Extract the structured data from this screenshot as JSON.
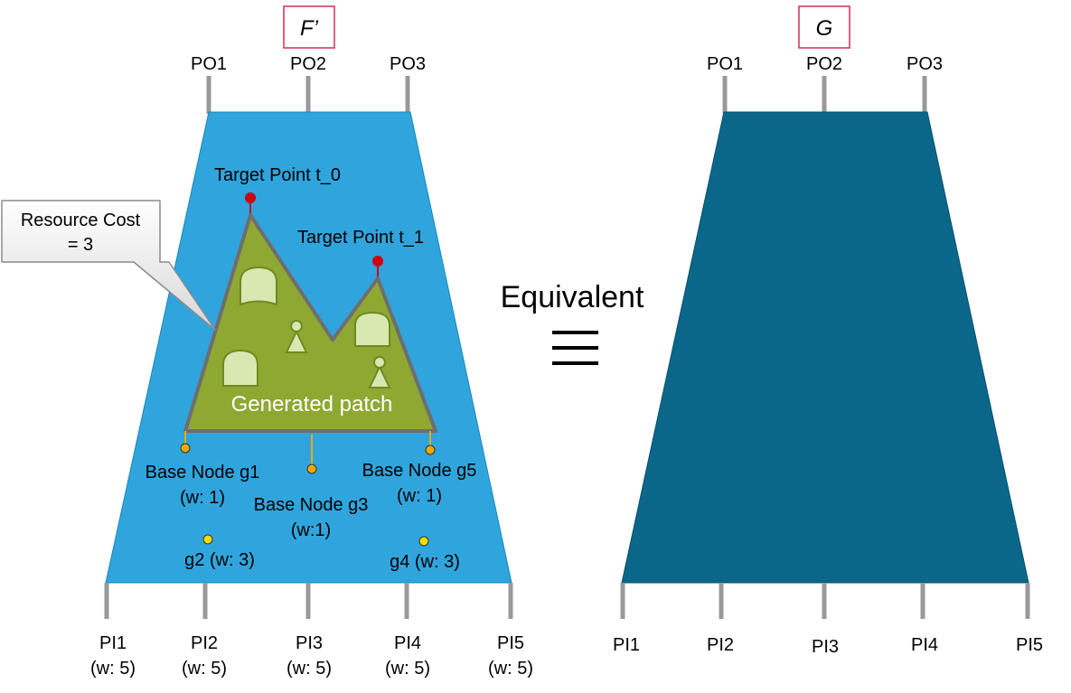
{
  "left": {
    "title": "F’",
    "outputs": [
      "PO1",
      "PO2",
      "PO3"
    ],
    "inputs": [
      {
        "name": "PI1",
        "weight": "(w: 5)"
      },
      {
        "name": "PI2",
        "weight": "(w: 5)"
      },
      {
        "name": "PI3",
        "weight": "(w: 5)"
      },
      {
        "name": "PI4",
        "weight": "(w: 5)"
      },
      {
        "name": "PI5",
        "weight": "(w: 5)"
      }
    ],
    "target_points": [
      "Target Point t_0",
      "Target Point t_1"
    ],
    "patch_label": "Generated patch",
    "callout": [
      "Resource Cost",
      "= 3"
    ],
    "base_nodes": [
      {
        "name": "Base Node g1",
        "weight": "(w: 1)"
      },
      {
        "name": "Base Node g3",
        "weight": "(w:1)"
      },
      {
        "name": "Base Node g5",
        "weight": "(w: 1)"
      }
    ],
    "other_nodes": [
      "g2 (w: 3)",
      "g4 (w: 3)"
    ]
  },
  "middle": {
    "label": "Equivalent",
    "symbol": "≡"
  },
  "right": {
    "title": "G",
    "outputs": [
      "PO1",
      "PO2",
      "PO3"
    ],
    "inputs": [
      "PI1",
      "PI2",
      "PI3",
      "PI4",
      "PI5"
    ]
  },
  "colors": {
    "left_body": "#30A5DD",
    "right_body": "#0B678A",
    "patch": "#8EA832",
    "gate_fill": "#D9E7B0",
    "target_point": "#CC0010",
    "base_node": "#F0A800",
    "other_node": "#F5DC00",
    "title_border": "#D0304F"
  }
}
